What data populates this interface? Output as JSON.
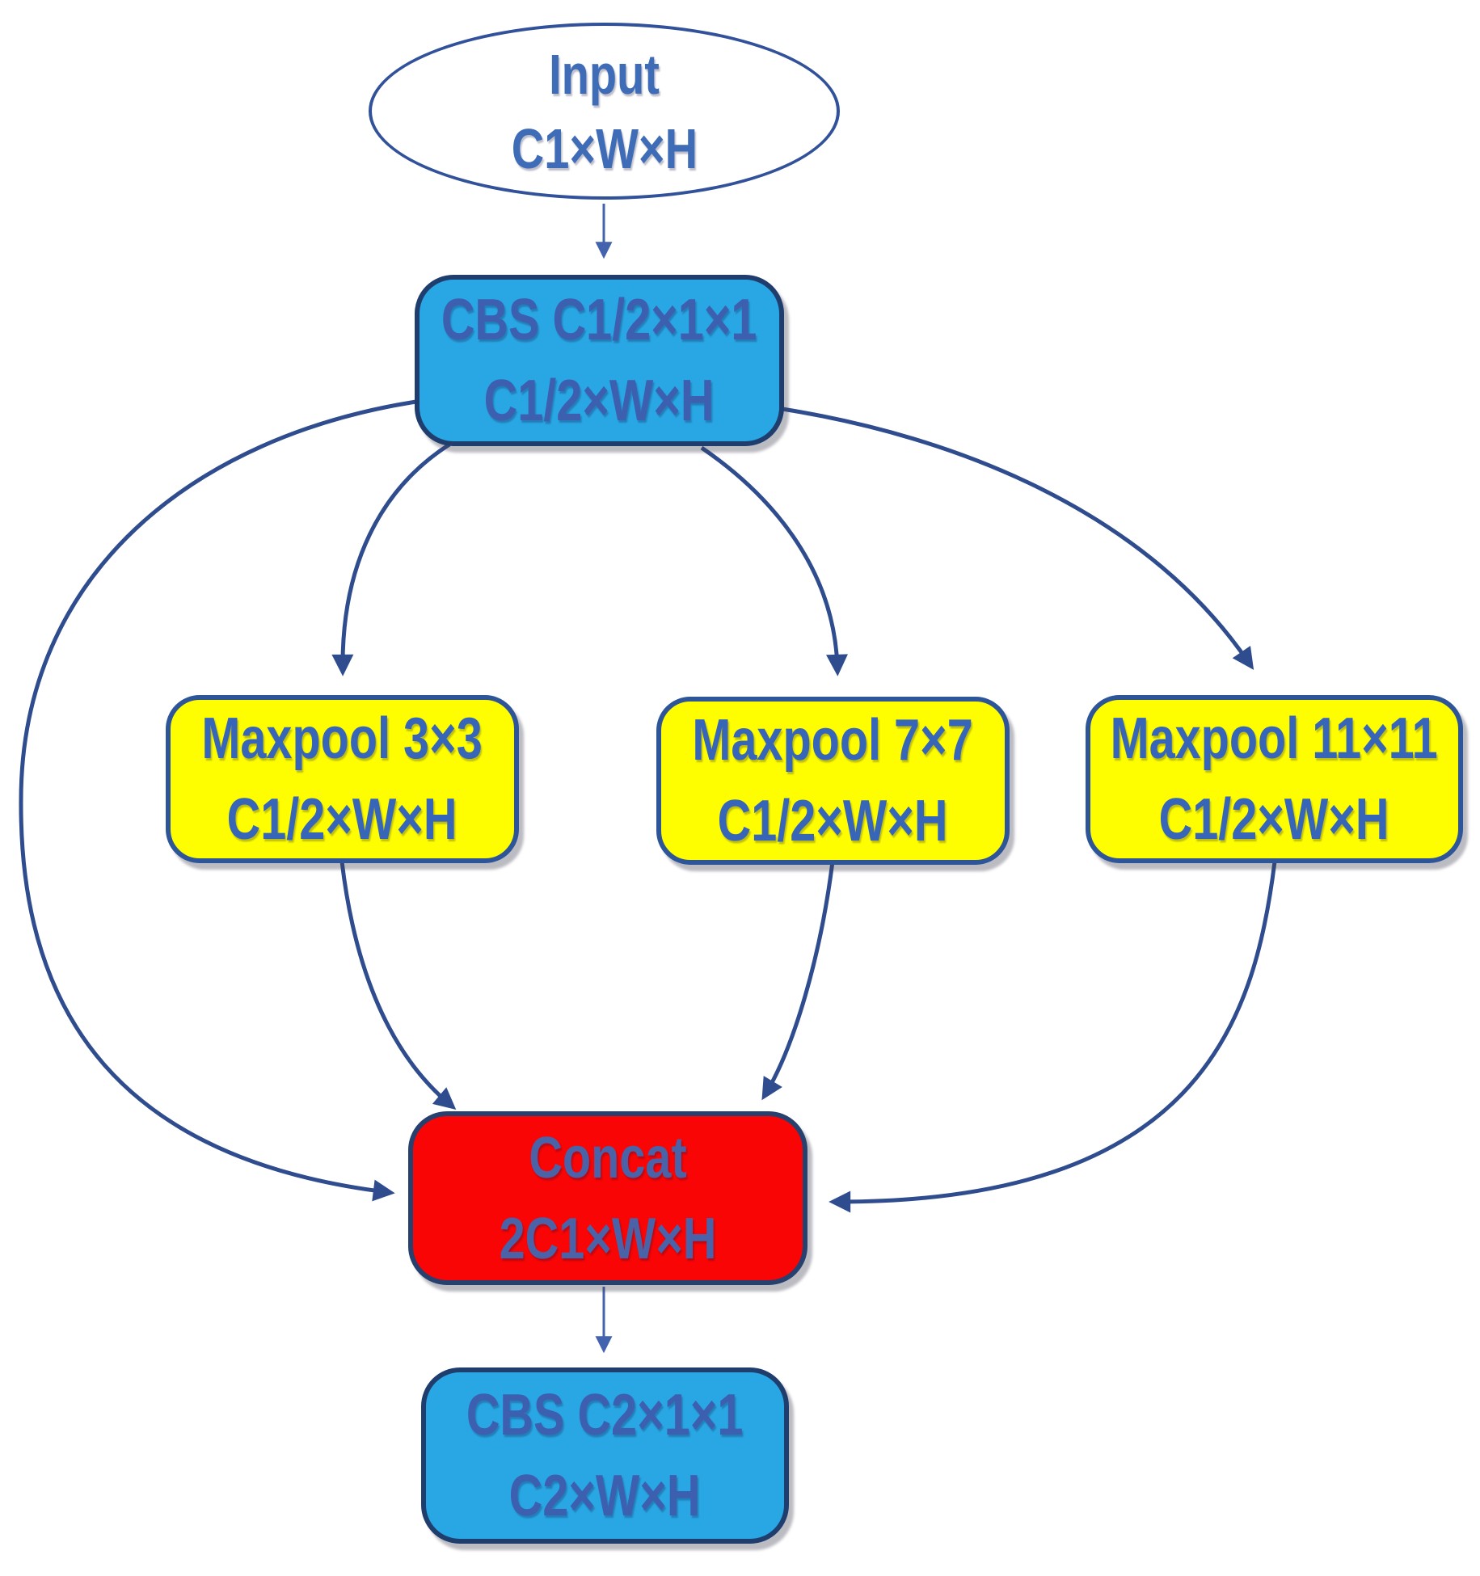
{
  "nodes": {
    "input": {
      "line1": "Input",
      "line2": "C1×W×H"
    },
    "cbs1": {
      "line1": "CBS C1/2×1×1",
      "line2": "C1/2×W×H"
    },
    "maxpool3": {
      "line1": "Maxpool 3×3",
      "line2": "C1/2×W×H"
    },
    "maxpool7": {
      "line1": "Maxpool 7×7",
      "line2": "C1/2×W×H"
    },
    "maxpool11": {
      "line1": "Maxpool 11×11",
      "line2": "C1/2×W×H"
    },
    "concat": {
      "line1": "Concat",
      "line2": "2C1×W×H"
    },
    "cbs2": {
      "line1": "CBS C2×1×1",
      "line2": "C2×W×H"
    }
  },
  "edges": [
    {
      "from": "input",
      "to": "cbs1"
    },
    {
      "from": "cbs1",
      "to": "maxpool3"
    },
    {
      "from": "cbs1",
      "to": "maxpool7"
    },
    {
      "from": "cbs1",
      "to": "maxpool11"
    },
    {
      "from": "cbs1",
      "to": "concat"
    },
    {
      "from": "maxpool3",
      "to": "concat"
    },
    {
      "from": "maxpool7",
      "to": "concat"
    },
    {
      "from": "maxpool11",
      "to": "concat"
    },
    {
      "from": "concat",
      "to": "cbs2"
    }
  ],
  "colors": {
    "cbs_fill": "#29A7E4",
    "maxpool_fill": "#FEFE00",
    "concat_fill": "#F90505",
    "ellipse_fill": "#FFFFFF",
    "border_navy": "#2E5597",
    "arrow": "#2F4D8E",
    "text_blue": "#3B6BB5"
  }
}
